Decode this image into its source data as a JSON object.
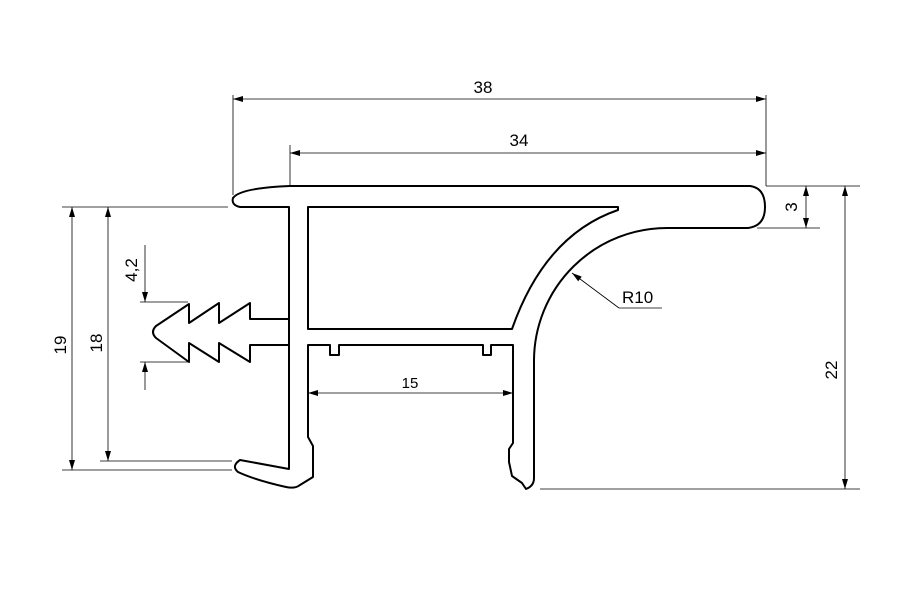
{
  "drawing": {
    "title": "Aluminium profile cross-section",
    "dimensions": {
      "overall_width": "38",
      "top_width": "34",
      "top_thickness": "3",
      "overall_height": "22",
      "lip_height_outer": "19",
      "lip_height_inner": "18",
      "tooth_height": "4,2",
      "channel_width": "15",
      "radius": "R10"
    },
    "colors": {
      "line": "#000000",
      "background": "#ffffff"
    }
  }
}
